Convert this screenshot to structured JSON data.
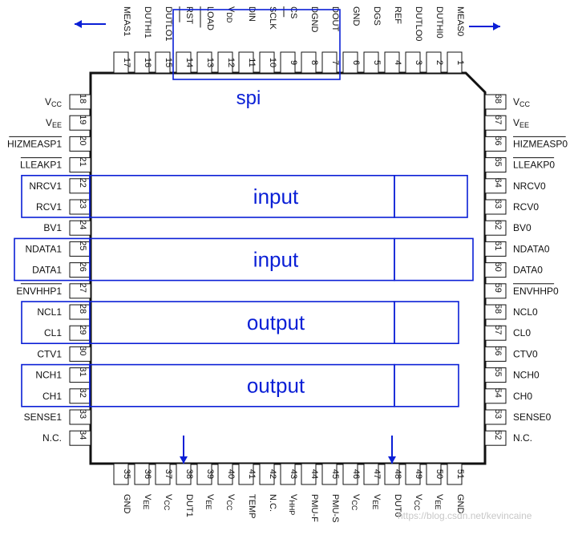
{
  "colors": {
    "ink": "#111111",
    "accent": "#0a1fd6",
    "watermark": "#c8c8c8"
  },
  "chip": {
    "outline": "package-body-with-beveled-top-right-corner"
  },
  "pins": {
    "top": [
      {
        "num": "17",
        "label": "MEAS1"
      },
      {
        "num": "16",
        "label": "DUTHI1"
      },
      {
        "num": "15",
        "label": "DUTLO1"
      },
      {
        "num": "14",
        "label": "RST",
        "overline": true
      },
      {
        "num": "13",
        "label": "LOAD",
        "overline": true
      },
      {
        "num": "12",
        "label": "VDD"
      },
      {
        "num": "11",
        "label": "DIN"
      },
      {
        "num": "10",
        "label": "SCLK"
      },
      {
        "num": "9",
        "label": "CS",
        "overline": true
      },
      {
        "num": "8",
        "label": "DGND"
      },
      {
        "num": "7",
        "label": "DOUT"
      },
      {
        "num": "6",
        "label": "GND"
      },
      {
        "num": "5",
        "label": "DGS"
      },
      {
        "num": "4",
        "label": "REF"
      },
      {
        "num": "3",
        "label": "DUTLO0"
      },
      {
        "num": "2",
        "label": "DUTHI0"
      },
      {
        "num": "1",
        "label": "MEAS0"
      }
    ],
    "left": [
      {
        "num": "18",
        "label": "VCC"
      },
      {
        "num": "19",
        "label": "VEE"
      },
      {
        "num": "20",
        "label": "HIZMEASP1",
        "overline": true
      },
      {
        "num": "21",
        "label": "LLEAKP1",
        "overline": true
      },
      {
        "num": "22",
        "label": "NRCV1"
      },
      {
        "num": "23",
        "label": "RCV1"
      },
      {
        "num": "24",
        "label": "BV1"
      },
      {
        "num": "25",
        "label": "NDATA1"
      },
      {
        "num": "26",
        "label": "DATA1"
      },
      {
        "num": "27",
        "label": "ENVHHP1",
        "overline": true
      },
      {
        "num": "28",
        "label": "NCL1"
      },
      {
        "num": "29",
        "label": "CL1"
      },
      {
        "num": "30",
        "label": "CTV1"
      },
      {
        "num": "31",
        "label": "NCH1"
      },
      {
        "num": "32",
        "label": "CH1"
      },
      {
        "num": "33",
        "label": "SENSE1"
      },
      {
        "num": "34",
        "label": "N.C."
      }
    ],
    "right": [
      {
        "num": "68",
        "label": "VCC"
      },
      {
        "num": "67",
        "label": "VEE"
      },
      {
        "num": "66",
        "label": "HIZMEASP0",
        "overline": true
      },
      {
        "num": "65",
        "label": "LLEAKP0",
        "overline": true
      },
      {
        "num": "64",
        "label": "NRCV0"
      },
      {
        "num": "63",
        "label": "RCV0"
      },
      {
        "num": "62",
        "label": "BV0"
      },
      {
        "num": "61",
        "label": "NDATA0"
      },
      {
        "num": "60",
        "label": "DATA0"
      },
      {
        "num": "59",
        "label": "ENVHHP0",
        "overline": true
      },
      {
        "num": "58",
        "label": "NCL0"
      },
      {
        "num": "57",
        "label": "CL0"
      },
      {
        "num": "56",
        "label": "CTV0"
      },
      {
        "num": "55",
        "label": "NCH0"
      },
      {
        "num": "54",
        "label": "CH0"
      },
      {
        "num": "53",
        "label": "SENSE0"
      },
      {
        "num": "52",
        "label": "N.C."
      }
    ],
    "bottom": [
      {
        "num": "35",
        "label": "GND"
      },
      {
        "num": "36",
        "label": "VEE"
      },
      {
        "num": "37",
        "label": "VCC"
      },
      {
        "num": "38",
        "label": "DUT1"
      },
      {
        "num": "39",
        "label": "VEE"
      },
      {
        "num": "40",
        "label": "VCC"
      },
      {
        "num": "41",
        "label": "TEMP"
      },
      {
        "num": "42",
        "label": "N.C."
      },
      {
        "num": "43",
        "label": "VHHP"
      },
      {
        "num": "44",
        "label": "PMU-F"
      },
      {
        "num": "45",
        "label": "PMU-S"
      },
      {
        "num": "46",
        "label": "VCC"
      },
      {
        "num": "47",
        "label": "VEE"
      },
      {
        "num": "48",
        "label": "DUT0"
      },
      {
        "num": "49",
        "label": "VCC"
      },
      {
        "num": "50",
        "label": "VEE"
      },
      {
        "num": "51",
        "label": "GND"
      }
    ]
  },
  "groups": [
    {
      "id": "spi",
      "label": "spi",
      "side": "top",
      "from": 3,
      "to": 10
    },
    {
      "id": "input-rcv",
      "label": "input",
      "side": "both",
      "from": 4,
      "to": 5
    },
    {
      "id": "input-data",
      "label": "input",
      "side": "both",
      "from": 7,
      "to": 8
    },
    {
      "id": "output-cl",
      "label": "output",
      "side": "both",
      "from": 10,
      "to": 11
    },
    {
      "id": "output-ch",
      "label": "output",
      "side": "both",
      "from": 13,
      "to": 14
    }
  ],
  "arrows": [
    {
      "name": "arrow-meas1-left",
      "direction": "left"
    },
    {
      "name": "arrow-meas0-right",
      "direction": "right"
    },
    {
      "name": "arrow-dut1-down",
      "direction": "down"
    },
    {
      "name": "arrow-dut0-down",
      "direction": "down"
    }
  ],
  "watermark": "https://blog.csdn.net/kevincaine"
}
